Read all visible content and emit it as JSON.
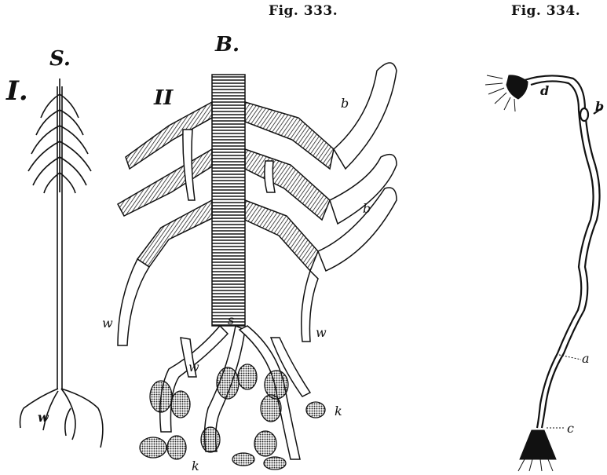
{
  "captions": {
    "fig333": "Fig. 333.",
    "fig334": "Fig. 334."
  },
  "labels_333": {
    "roman_one": "I.",
    "roman_two": "II",
    "s_top": "S.",
    "b_top": "B.",
    "b_upper": "b",
    "b_lower": "b",
    "w_left_plant": "w",
    "w_left": "w",
    "w_center": "w",
    "w_right": "w",
    "s_center": "s",
    "k_right": "k",
    "k_bottom": "k"
  },
  "labels_334": {
    "d": "d",
    "b": "b",
    "a": "a",
    "c": "c"
  }
}
